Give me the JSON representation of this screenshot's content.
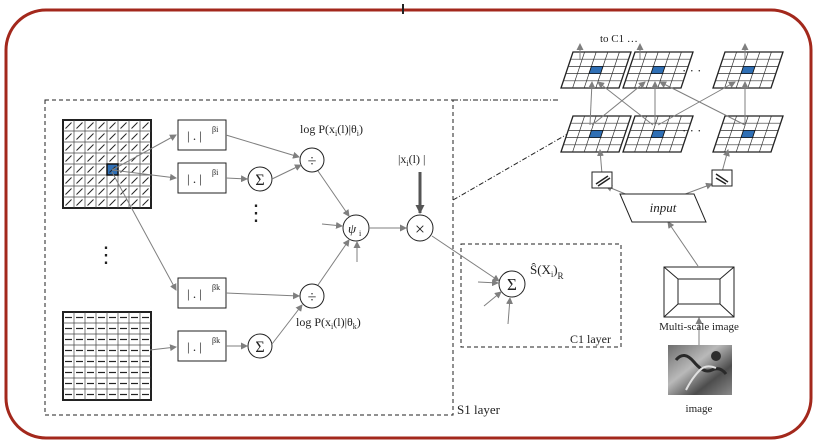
{
  "colors": {
    "frame": "#a3281c",
    "line": "#7f7f7f",
    "ink": "#222222",
    "accent": "#2f6fb5"
  },
  "labels": {
    "to_c1": "to C1 …",
    "input": "input",
    "multi_scale": "Multi-scale image",
    "image": "image",
    "s1_layer": "S1 layer",
    "c1_layer": "C1 layer",
    "vdots": "⋮",
    "hdots": "· · ·",
    "abs_top": "| . |",
    "beta_i": "βi",
    "abs_bottom": "| . |",
    "beta_k": "βk",
    "sigma": "Σ",
    "divide": "÷",
    "times": "×",
    "psi": "ψ",
    "psi_sub": "i",
    "log_top_a": "log P(x",
    "log_top_sub1": "i",
    "log_top_b": "(l)|θ",
    "log_top_sub2": "i",
    "log_top_c": ")",
    "log_bot_a": "log P(x",
    "log_bot_sub1": "i",
    "log_bot_b": "(l)|θ",
    "log_bot_sub2": "k",
    "log_bot_c": ")",
    "xi_a": "|x",
    "xi_sub": "i",
    "xi_b": "(l) |",
    "shat_a": "Ŝ(X",
    "shat_sub": "i",
    "shat_b": ")",
    "shat_sub2": "R"
  }
}
